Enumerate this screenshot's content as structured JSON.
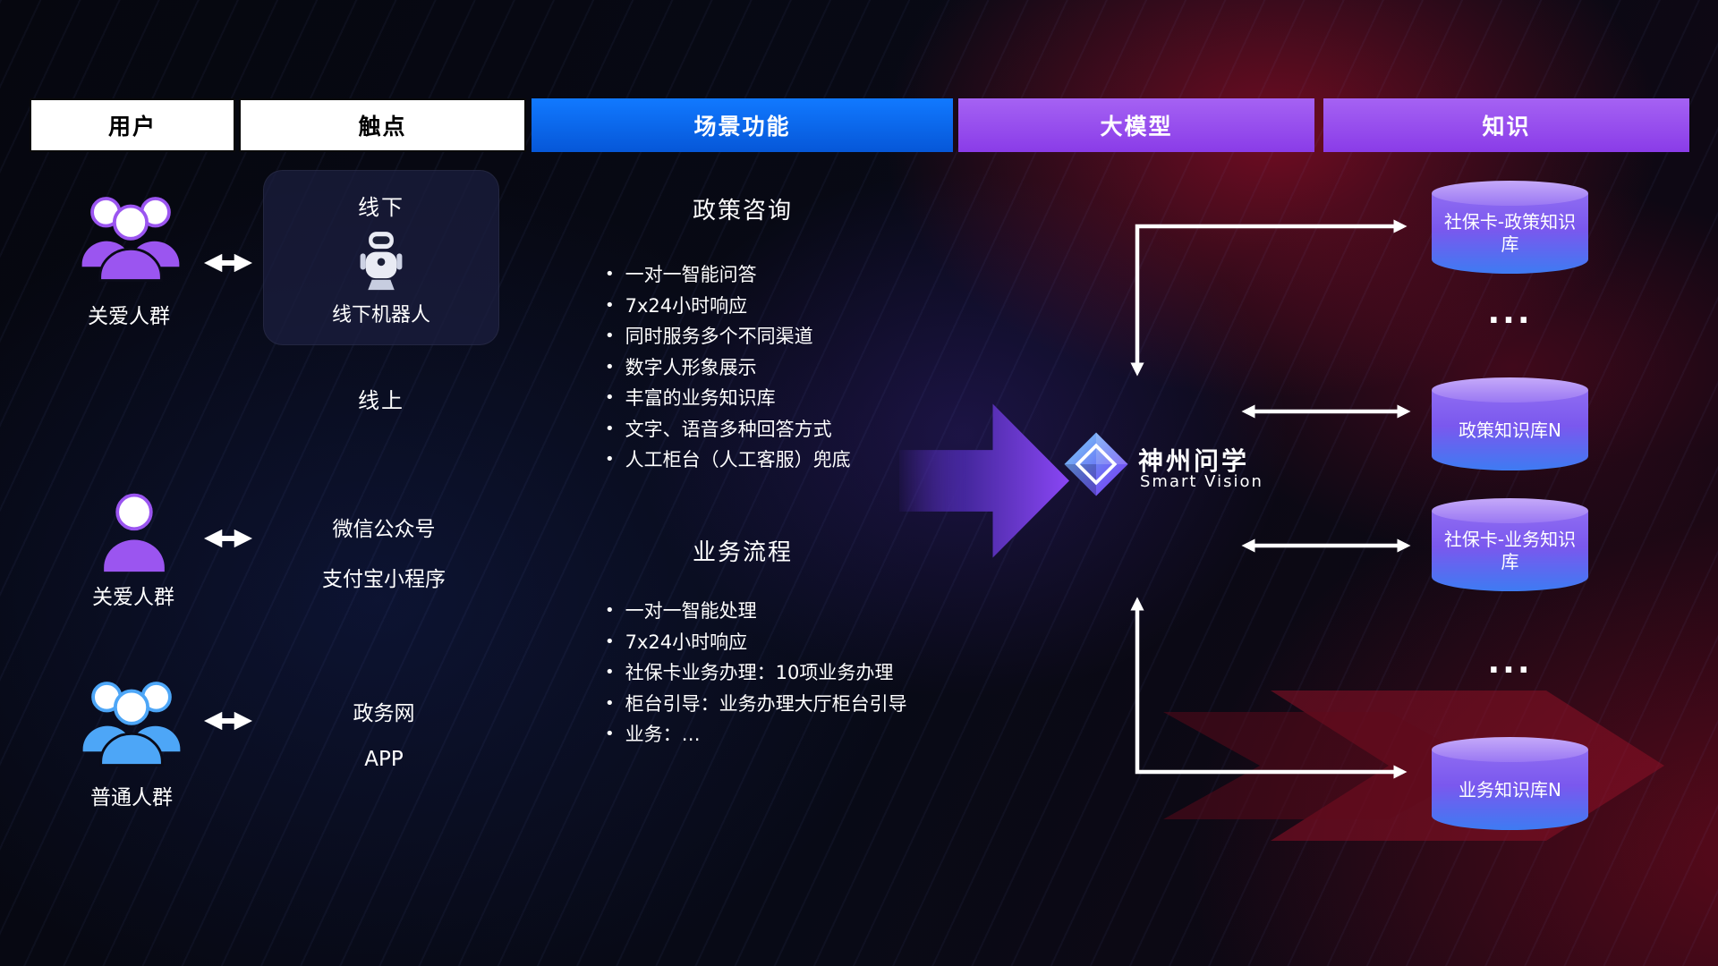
{
  "header": {
    "users": "用户",
    "touchpoints": "触点",
    "scenes": "场景功能",
    "model": "大模型",
    "knowledge": "知识"
  },
  "users": {
    "group1_label": "关爱人群",
    "group2_label": "关爱人群",
    "group3_label": "普通人群"
  },
  "touchpoints": {
    "offline_title": "线下",
    "offline_robot": "线下机器人",
    "online_title": "线上",
    "wechat": "微信公众号",
    "alipay": "支付宝小程序",
    "gov_web": "政务网",
    "app": "APP"
  },
  "scenes": [
    {
      "title": "政策咨询",
      "bullets": [
        "一对一智能问答",
        "7x24小时响应",
        "同时服务多个不同渠道",
        "数字人形象展示",
        "丰富的业务知识库",
        "文字、语音多种回答方式",
        "人工柜台（人工客服）兜底"
      ]
    },
    {
      "title": "业务流程",
      "bullets": [
        "一对一智能处理",
        "7x24小时响应",
        "社保卡业务办理：10项业务办理",
        "柜台引导：业务办理大厅柜台引导",
        "业务：…"
      ]
    }
  ],
  "model": {
    "name": "神州问学",
    "subtitle": "Smart Vision"
  },
  "knowledge": {
    "db1": "社保卡-政策知识库",
    "dots1": "...",
    "db2": "政策知识库N",
    "db3": "社保卡-业务知识库",
    "dots2": "...",
    "db4": "业务知识库N"
  },
  "colors": {
    "header_blue": "#0b6ef5",
    "header_purple": "#9b55f0",
    "cylinder_top": "#b392f6",
    "cylinder_bottom": "#3e7bf2",
    "flow_arrow_purple": "#8a46f5",
    "user_purple": "#9b55f0",
    "user_blue": "#4da6f7",
    "accent_red": "#b01030"
  }
}
